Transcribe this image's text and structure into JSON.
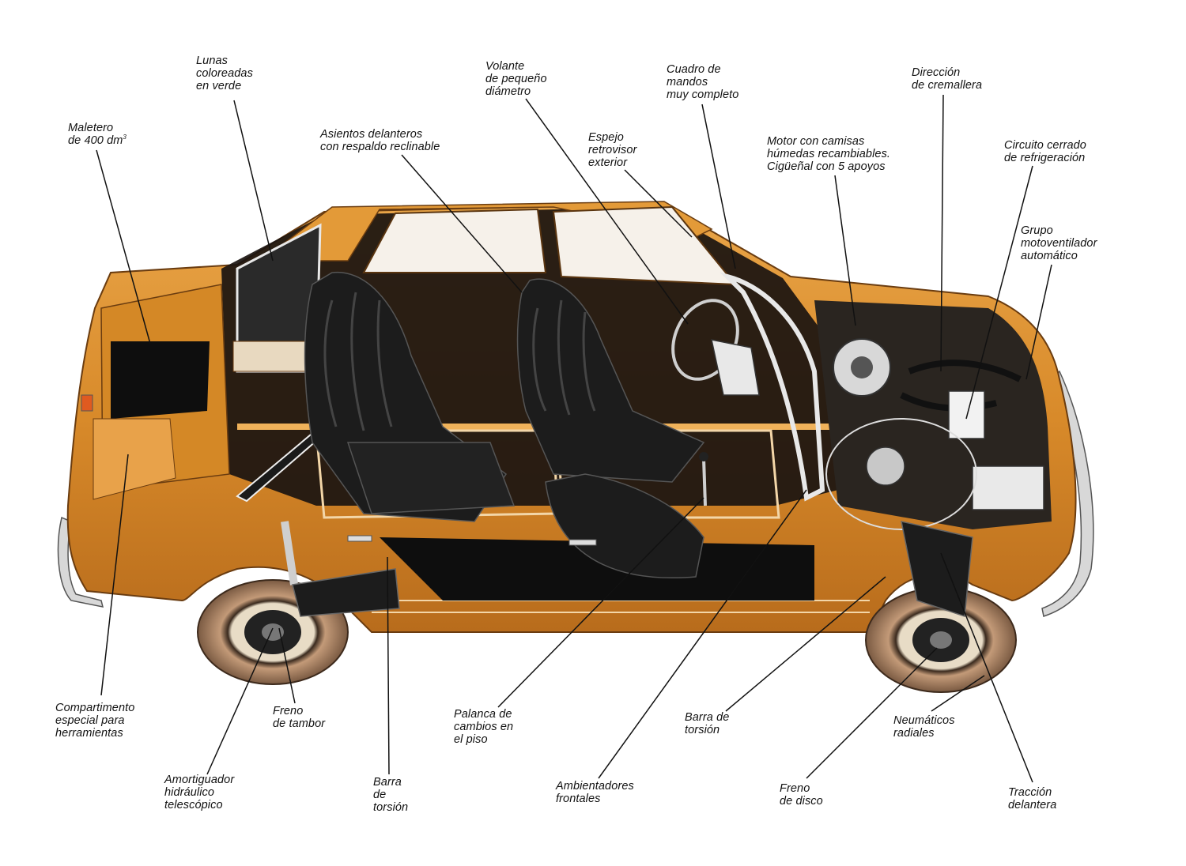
{
  "labels": {
    "lunas": [
      "Lunas",
      "coloreadas",
      "en verde"
    ],
    "maletero": [
      "Maletero",
      "de 400 dm"
    ],
    "maletero_sup": "3",
    "asientos": [
      "Asientos delanteros",
      "con respaldo reclinable"
    ],
    "volante": [
      "Volante",
      "de pequeño",
      "diámetro"
    ],
    "espejo": [
      "Espejo",
      "retrovisor",
      "exterior"
    ],
    "cuadro": [
      "Cuadro de",
      "mandos",
      "muy completo"
    ],
    "motor": [
      "Motor con camisas",
      "húmedas recambiables.",
      "Cigüeñal con 5 apoyos"
    ],
    "direccion": [
      "Dirección",
      "de cremallera"
    ],
    "circuito": [
      "Circuito cerrado",
      "de refrigeración"
    ],
    "grupo": [
      "Grupo",
      "motoventilador",
      "automático"
    ],
    "compartimento": [
      "Compartimento",
      "especial para",
      "herramientas"
    ],
    "freno_tambor": [
      "Freno",
      "de tambor"
    ],
    "amortiguador": [
      "Amortiguador",
      "hidráulico",
      "telescópico"
    ],
    "barra_trasera": [
      "Barra",
      "de",
      "torsión"
    ],
    "palanca": [
      "Palanca de",
      "cambios en",
      "el piso"
    ],
    "ambientadores": [
      "Ambientadores",
      "frontales"
    ],
    "barra_delantera": [
      "Barra de",
      "torsión"
    ],
    "neumaticos": [
      "Neumáticos",
      "radiales"
    ],
    "freno_disco": [
      "Freno",
      "de disco"
    ],
    "traccion": [
      "Tracción",
      "delantera"
    ]
  },
  "colors": {
    "body": "#dc8e2c",
    "body_dark": "#a9631a",
    "body_light": "#f0b25a",
    "interior": "#141414",
    "chrome": "#cfcfcf",
    "tire": "#b88a6a"
  }
}
